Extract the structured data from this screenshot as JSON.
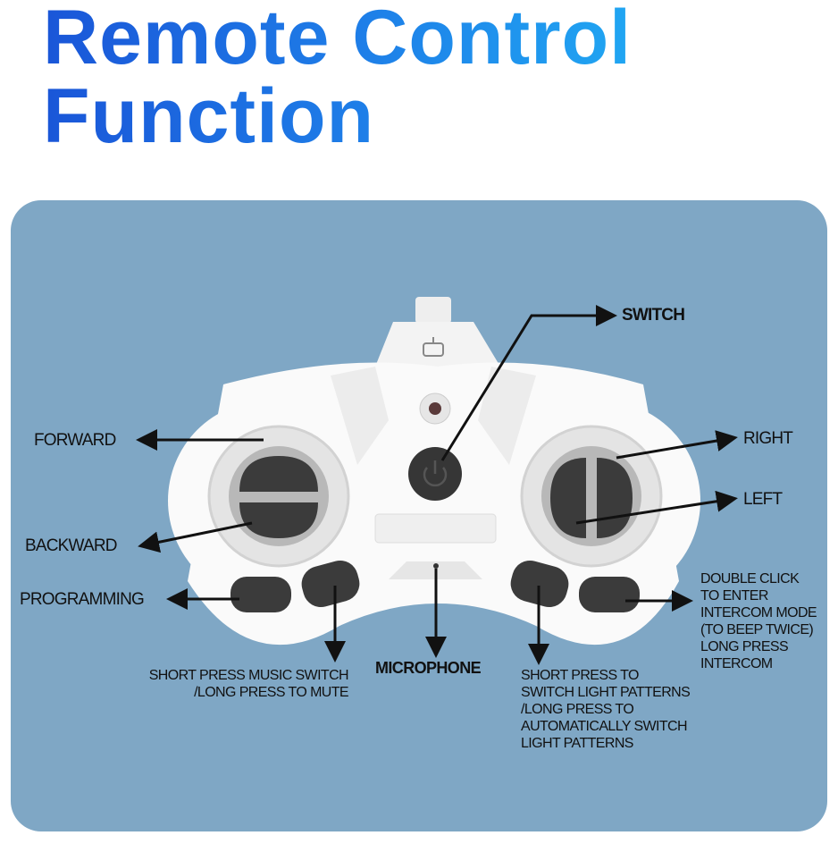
{
  "title": {
    "line1": "Remote Control",
    "line2": "Function"
  },
  "colors": {
    "title_start": "#1a56d8",
    "title_end": "#20a6f2",
    "panel": "#7fa7c5",
    "button": "#3b3b3b"
  },
  "labels": {
    "switch": "SWITCH",
    "forward": "FORWARD",
    "backward": "BACKWARD",
    "right": "RIGHT",
    "left": "LEFT",
    "programming": "PROGRAMMING",
    "microphone": "MICROPHONE",
    "music": [
      "SHORT PRESS MUSIC SWITCH",
      "/LONG PRESS TO MUTE"
    ],
    "light": [
      "SHORT PRESS TO",
      "SWITCH LIGHT PATTERNS",
      "/LONG PRESS TO",
      "AUTOMATICALLY SWITCH",
      "LIGHT PATTERNS"
    ],
    "intercom": [
      "DOUBLE CLICK",
      "TO ENTER",
      "INTERCOM MODE",
      "(TO BEEP TWICE)",
      "LONG PRESS",
      "INTERCOM"
    ]
  }
}
